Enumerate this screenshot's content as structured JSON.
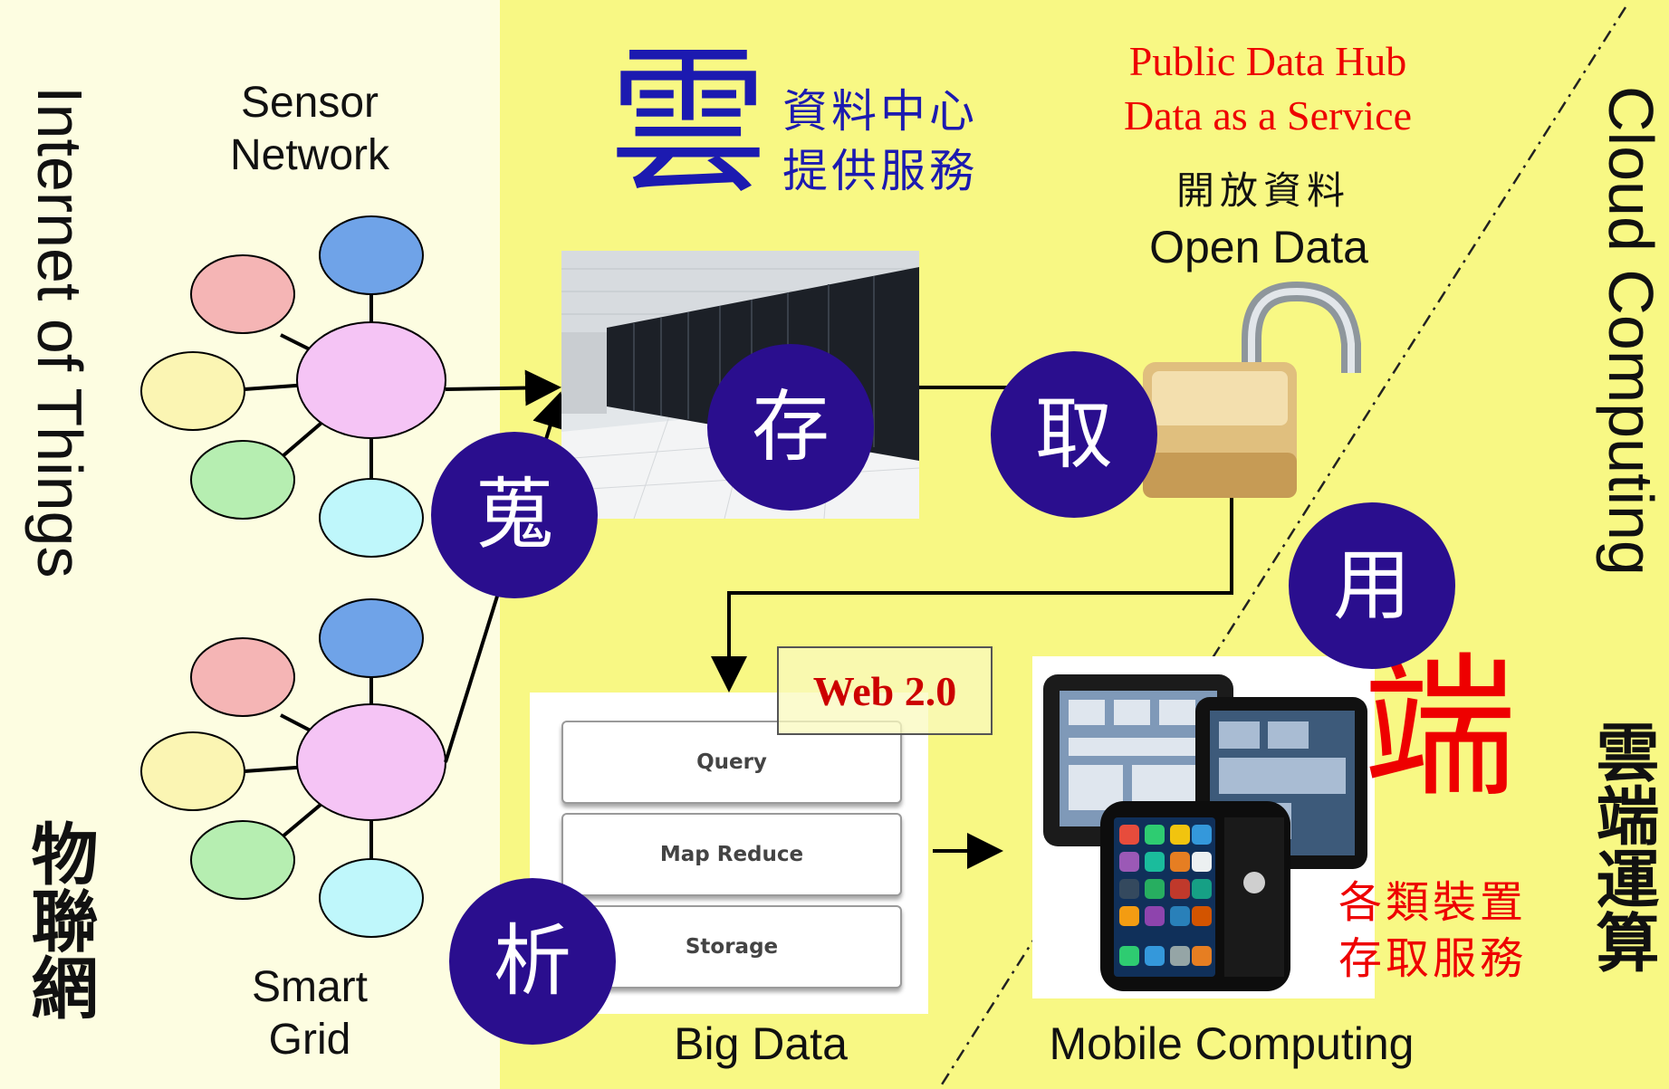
{
  "left_panel": {
    "vertical_title": "Internet of Things",
    "vertical_cn": "物聯網",
    "sensor_network": [
      "Sensor",
      "Network"
    ],
    "smart_grid": [
      "Smart",
      "Grid"
    ]
  },
  "right_panel": {
    "vertical_title": "Cloud Computing",
    "vertical_cn": "雲端運算"
  },
  "cloud": {
    "big_char": "雲",
    "subtitle_lines": [
      "資料中心",
      "提供服務"
    ]
  },
  "open_data": {
    "public_lines": [
      "Public Data Hub",
      "Data as a Service"
    ],
    "cn_label": "開放資料",
    "en_label": "Open Data"
  },
  "actions": {
    "collect": "蒐",
    "store": "存",
    "retrieve": "取",
    "use": "用",
    "analyze": "析"
  },
  "big_data": {
    "web_badge": "Web 2.0",
    "layers": [
      "Query",
      "Map Reduce",
      "Storage"
    ],
    "label": "Big Data"
  },
  "mobile": {
    "big_char": "端",
    "subtitle_lines": [
      "各類裝置",
      "存取服務"
    ],
    "label": "Mobile Computing"
  },
  "colors": {
    "left_bg": "#fdfde1",
    "right_bg": "#f8f884",
    "circle": "#2a0e8e",
    "cloud_char": "#1c1ab0",
    "red": "#ee0000"
  }
}
